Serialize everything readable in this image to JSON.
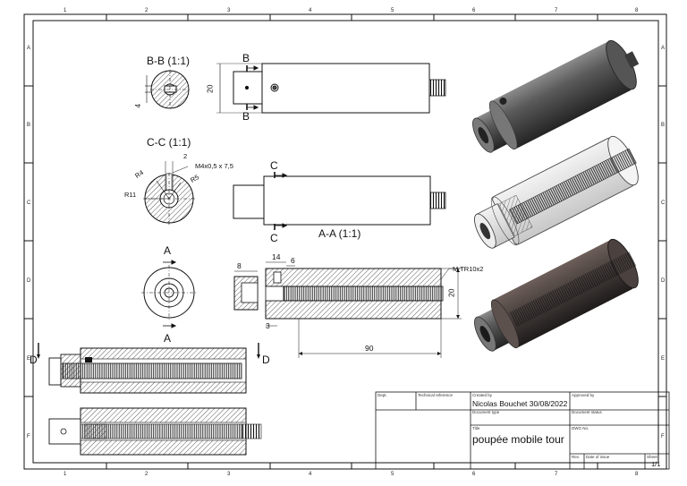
{
  "sheet": {
    "columns": [
      "1",
      "2",
      "3",
      "4",
      "5",
      "6",
      "7",
      "8"
    ],
    "rows": [
      "A",
      "B",
      "C",
      "D",
      "E",
      "F"
    ]
  },
  "views": {
    "section_bb": {
      "title": "B-B (1:1)",
      "cut_label_top": "B",
      "cut_label_bottom": "B",
      "dim_height": "20",
      "dim_slot": "4"
    },
    "section_cc": {
      "title": "C-C (1:1)",
      "cut_label_top": "C",
      "cut_label_bottom": "C",
      "dim_2": "2",
      "thread_note": "M4x0,5  x 7,5",
      "r4": "R4",
      "r5": "R5",
      "r11": "R11"
    },
    "section_aa": {
      "title": "A-A (1:1)",
      "cut_label_top": "A",
      "cut_label_bottom": "A",
      "dim_8": "8",
      "dim_14": "14",
      "dim_6": "6",
      "dim_3": "3",
      "dim_90": "90",
      "dim_20": "20",
      "thread_note": "M TR10x2"
    },
    "section_dd": {
      "label_left": "D",
      "label_right": "D"
    }
  },
  "title_block": {
    "dept_label": "Dept.",
    "tech_ref_label": "Technical reference",
    "created_by_label": "Created by",
    "created_by_value": "Nicolas Bouchet 30/08/2022",
    "approved_by_label": "Approved by",
    "doc_type_label": "Document type",
    "doc_status_label": "Document status",
    "title_label": "Title",
    "title_value": "poupée mobile tour",
    "dwg_no_label": "DWG No.",
    "rev_label": "Rev.",
    "date_of_issue_label": "Date of issue",
    "sheet_label": "Sheet",
    "sheet_value": "1/1"
  },
  "colors": {
    "line": "#111111",
    "hatch": "#333333",
    "part_dark": "#3a3a3a",
    "part_mid": "#6a6a6a",
    "part_light": "#bcbcbc"
  }
}
